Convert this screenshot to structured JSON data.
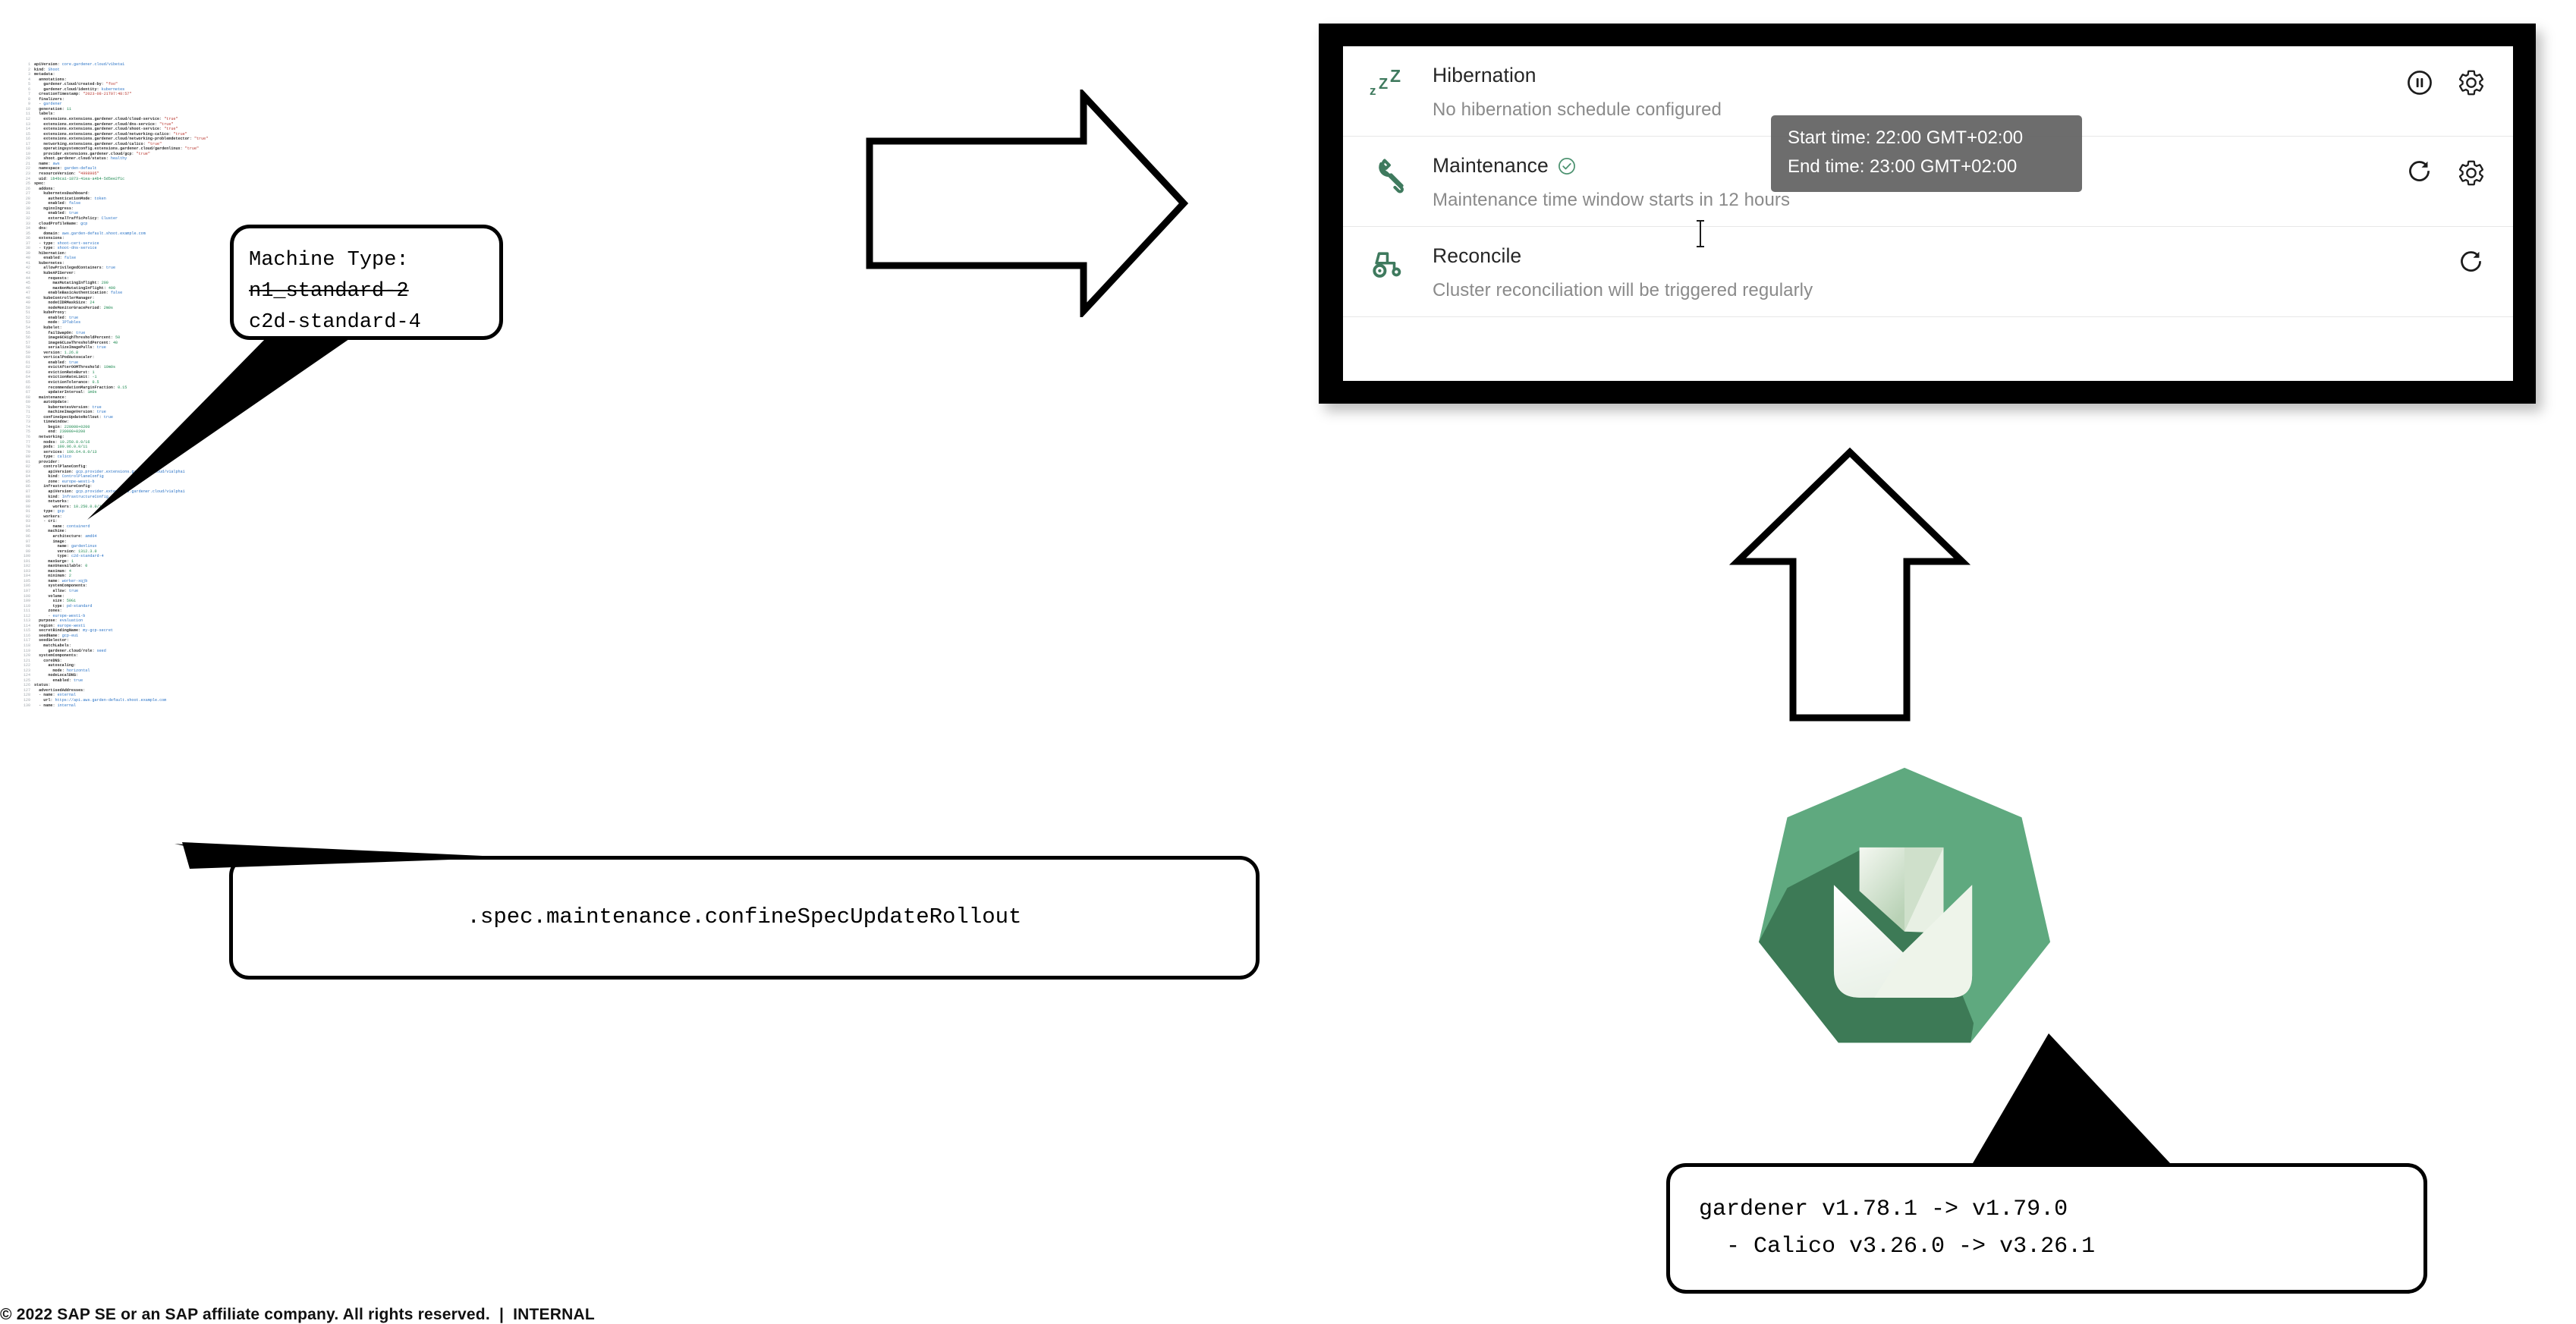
{
  "slide": {
    "footer": "© 2022 SAP SE or an SAP affiliate company. All rights reserved.  |  INTERNAL"
  },
  "yaml_panel": {
    "label": "shoot-manifest-yaml",
    "description": "Gardener Shoot resource manifest rendered as small syntax-highlighted YAML",
    "lines": [
      "apiVersion: core.gardener.cloud/v1beta1",
      "kind: Shoot",
      "metadata:",
      "  annotations:",
      "    gardener.cloud/created-by: \"foo\"",
      "    gardener.cloud/identity: kubernetes",
      "  creationTimestamp: \"2023-08-21T07:48:57\"",
      "  finalizers:",
      "  - gardener",
      "  generation: 11",
      "  labels:",
      "    extensions.extensions.gardener.cloud/cloud-service: \"true\"",
      "    extensions.extensions.gardener.cloud/dns-service: \"true\"",
      "    extensions.extensions.gardener.cloud/shoot-service: \"true\"",
      "    extensions.extensions.gardener.cloud/networking-calico: \"true\"",
      "    extensions.extensions.gardener.cloud/networking-problemdetector: \"true\"",
      "    networking.extensions.gardener.cloud/calico: \"true\"",
      "    operatingsystemconfig.extensions.gardener.cloud/gardenlinux: \"true\"",
      "    provider.extensions.gardener.cloud/gcp: \"true\"",
      "    shoot.gardener.cloud/status: healthy",
      "  name: aws",
      "  namespace: garden-default",
      "  resourceVersion: \"4998905\"",
      "  uid: 1b4bca1-1873-41ea-a4b4-5d5ee2f1c",
      "spec:",
      "  addons:",
      "    kubernetesDashboard:",
      "      authenticationMode: token",
      "      enabled: false",
      "    nginxIngress:",
      "      enabled: true",
      "      externalTrafficPolicy: Cluster",
      "  cloudProfileName: gcp",
      "  dns:",
      "    domain: aws.garden-default.shoot.example.com",
      "  extensions:",
      "  - type: shoot-cert-service",
      "  - type: shoot-dns-service",
      "  hibernation:",
      "    enabled: false",
      "  kubernetes:",
      "    allowPrivilegedContainers: true",
      "    kubeAPIServer:",
      "      requests:",
      "        maxMutatingInflight: 200",
      "        maxNonMutatingInflight: 400",
      "      enableBasicAuthentication: false",
      "    kubeControllerManager:",
      "      nodeCIDRMaskSize: 24",
      "      nodeMonitorGracePeriod: 2m0s",
      "    kubeProxy:",
      "      enabled: true",
      "      mode: IPTables",
      "    kubelet:",
      "      failSwapOn: true",
      "      imageGCHighThresholdPercent: 50",
      "      imageGCLowThresholdPercent: 40",
      "      serializeImagePulls: true",
      "    version: 1.26.8",
      "    verticalPodAutoscaler:",
      "      enabled: true",
      "      evictAfterOOMThreshold: 10m0s",
      "      evictionRateBurst: 1",
      "      evictionRateLimit: -1",
      "      evictionTolerance: 0.5",
      "      recommendationMarginFraction: 0.15",
      "      updaterInterval: 1m0s",
      "  maintenance:",
      "    autoUpdate:",
      "      kubernetesVersion: true",
      "      machineImageVersion: true",
      "    confineSpecUpdateRollout: true",
      "    timeWindow:",
      "      begin: 220000+0200",
      "      end: 230000+0200",
      "  networking:",
      "    nodes: 10.250.0.0/16",
      "    pods: 100.96.0.0/11",
      "    services: 100.64.0.0/13",
      "    type: calico",
      "  provider:",
      "    controlPlaneConfig:",
      "      apiVersion: gcp.provider.extensions.gardener.cloud/v1alpha1",
      "      kind: ControlPlaneConfig",
      "      zone: europe-west1-b",
      "    infrastructureConfig:",
      "      apiVersion: gcp.provider.extensions.gardener.cloud/v1alpha1",
      "      kind: InfrastructureConfig",
      "      networks:",
      "        workers: 10.250.0.0/16",
      "    type: gcp",
      "    workers:",
      "    - cri:",
      "        name: containerd",
      "      machine:",
      "        architecture: amd64",
      "        image:",
      "          name: gardenlinux",
      "          version: 1312.3.0",
      "          type: c2d-standard-4",
      "      maxSurge: 1",
      "      maxUnavailable: 0",
      "      maximum: 4",
      "      minimum: 2",
      "      name: worker-xqjb",
      "      systemComponents:",
      "        allow: true",
      "      volume:",
      "        size: 50Gi",
      "        type: pd-standard",
      "      zones:",
      "      - europe-west1-b",
      "  purpose: evaluation",
      "  region: europe-west1",
      "  secretBindingName: my-gcp-secret",
      "  seedName: gcp-eu1",
      "  seedSelector:",
      "    matchLabels:",
      "      gardener.cloud/role: seed",
      "  systemComponents:",
      "    coreDNS:",
      "      autoscaling:",
      "        mode: horizontal",
      "      nodeLocalDNS:",
      "        enabled: true",
      "status:",
      "  advertisedAddresses:",
      "  - name: external",
      "    url: https://api.aws.garden-default.shoot.example.com",
      "  - name: internal"
    ]
  },
  "callouts": {
    "machine_type": {
      "title": "Machine Type:",
      "old_value": "n1_standard-2",
      "new_value": "c2d-standard-4"
    },
    "spec_path": {
      "text": ".spec.maintenance.confineSpecUpdateRollout"
    },
    "versions": {
      "line1": "gardener v1.78.1 -> v1.79.0",
      "line2": "  - Calico v3.26.0 -> v3.26.1"
    }
  },
  "arrows": {
    "right_arrow_label": "transformation-arrow-right",
    "up_arrow_label": "transformation-arrow-up"
  },
  "logo": {
    "name": "gardener-logo",
    "alt": "Gardener project logo",
    "hex_color": "#5FA97F",
    "shadow_color": "#3D7A56"
  },
  "shoot_card": {
    "rows": [
      {
        "icon": "sleep-zzz-icon",
        "title": "Hibernation",
        "subtitle": "No hibernation schedule configured",
        "has_status_check": false,
        "actions": [
          "pause-circle-icon",
          "gear-icon"
        ]
      },
      {
        "icon": "wrench-icon",
        "title": "Maintenance",
        "subtitle": "Maintenance time window starts in 12 hours",
        "has_status_check": true,
        "actions": [
          "refresh-icon",
          "gear-icon"
        ]
      },
      {
        "icon": "tractor-icon",
        "title": "Reconcile",
        "subtitle": "Cluster reconciliation will be triggered regularly",
        "has_status_check": false,
        "actions": [
          "refresh-icon"
        ]
      }
    ],
    "tooltip": {
      "start_time": "Start time: 22:00 GMT+02:00",
      "end_time": "End time: 23:00 GMT+02:00"
    },
    "accent_green": "#3F7A5E",
    "title_color": "#262626",
    "subtitle_color": "#8A8A8A"
  }
}
